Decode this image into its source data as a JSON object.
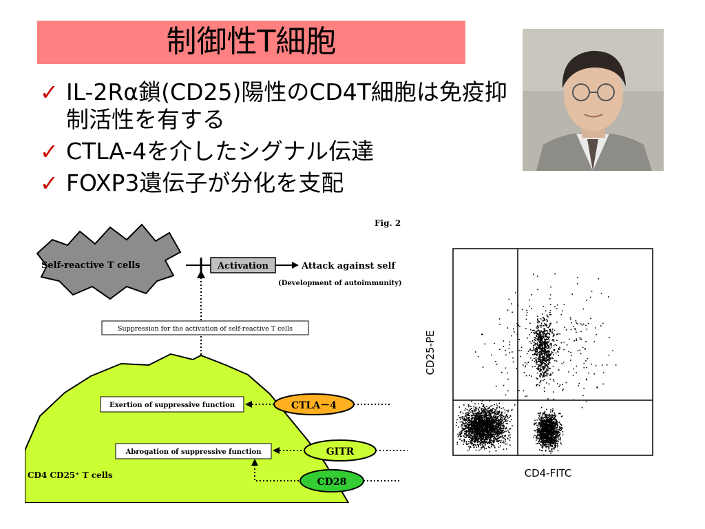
{
  "slide": {
    "title": "制御性T細胞",
    "bullets": [
      "IL-2Rα鎖(CD25)陽性のCD4T細胞は免疫抑制活性を有する",
      "CTLA-4を介したシグナル伝達",
      "FOXP3遺伝子が分化を支配"
    ],
    "check_icon": "✓",
    "check_color": "#cc0000",
    "title_bg": "#ff8080"
  },
  "figure": {
    "fig_label": "Fig. 2",
    "self_reactive": "Self-reactive T cells",
    "activation": "Activation",
    "attack": "Attack against self",
    "development": "(Development of autoimmunity)",
    "suppression": "Suppression for the activation of self-reactive T cells",
    "exertion": "Exertion of suppressive function",
    "abrogation": "Abrogation of suppressive function",
    "cell_label": "CD4 CD25⁺ T cells",
    "ctla4": "CTLA－4",
    "gitr": "GITR",
    "cd28": "CD28",
    "cell_color": "#ccff33"
  },
  "flow": {
    "x_label": "CD4-FITC",
    "y_label": "CD25-PE"
  }
}
